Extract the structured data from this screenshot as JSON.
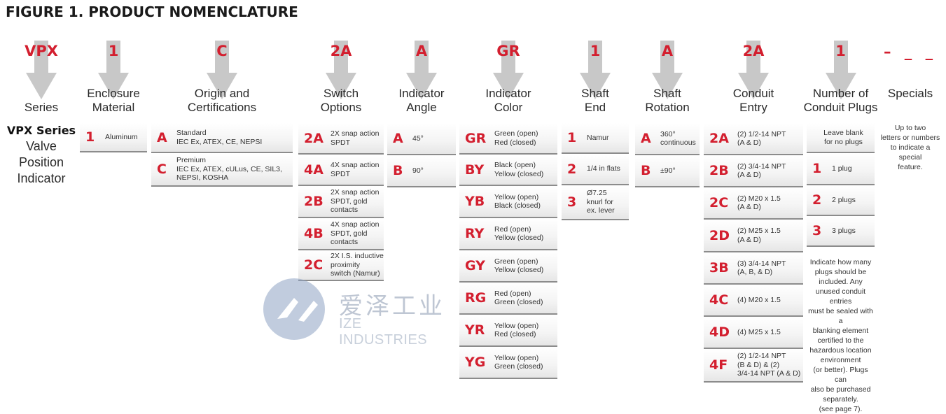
{
  "title": "FIGURE 1. PRODUCT NOMENCLATURE",
  "series_description": {
    "bold": "VPX Series",
    "lines": [
      "Valve",
      "Position",
      "Indicator"
    ]
  },
  "columns": [
    {
      "code": "VPX",
      "label": [
        "Series"
      ],
      "options": []
    },
    {
      "code": "1",
      "label": [
        "Enclosure",
        "Material"
      ],
      "options": [
        {
          "code": "1",
          "desc": "Aluminum"
        }
      ]
    },
    {
      "code": "C",
      "label": [
        "Origin and",
        "Certifications"
      ],
      "options": [
        {
          "code": "A",
          "desc": "Standard\nIEC Ex, ATEX, CE, NEPSI"
        },
        {
          "code": "C",
          "desc": "Premium\nIEC Ex, ATEX, cULus, CE, SIL3,\nNEPSI, KOSHA"
        }
      ]
    },
    {
      "code": "2A",
      "label": [
        "Switch",
        "Options"
      ],
      "options": [
        {
          "code": "2A",
          "desc": "2X snap action\nSPDT"
        },
        {
          "code": "4A",
          "desc": "4X snap action\nSPDT"
        },
        {
          "code": "2B",
          "desc": "2X snap action\nSPDT, gold\ncontacts"
        },
        {
          "code": "4B",
          "desc": "4X snap action\nSPDT, gold\ncontacts"
        },
        {
          "code": "2C",
          "desc": "2X I.S. inductive\nproximity\nswitch (Namur)"
        }
      ]
    },
    {
      "code": "A",
      "label": [
        "Indicator",
        "Angle"
      ],
      "options": [
        {
          "code": "A",
          "desc": "45°"
        },
        {
          "code": "B",
          "desc": "90°"
        }
      ]
    },
    {
      "code": "GR",
      "label": [
        "Indicator",
        "Color"
      ],
      "options": [
        {
          "code": "GR",
          "desc": "Green (open)\nRed (closed)"
        },
        {
          "code": "BY",
          "desc": "Black (open)\nYellow (closed)"
        },
        {
          "code": "YB",
          "desc": "Yellow (open)\nBlack (closed)"
        },
        {
          "code": "RY",
          "desc": "Red (open)\nYellow (closed)"
        },
        {
          "code": "GY",
          "desc": "Green (open)\nYellow (closed)"
        },
        {
          "code": "RG",
          "desc": "Red (open)\nGreen (closed)"
        },
        {
          "code": "YR",
          "desc": "Yellow (open)\nRed (closed)"
        },
        {
          "code": "YG",
          "desc": "Yellow (open)\nGreen (closed)"
        }
      ]
    },
    {
      "code": "1",
      "label": [
        "Shaft",
        "End"
      ],
      "options": [
        {
          "code": "1",
          "desc": "Namur"
        },
        {
          "code": "2",
          "desc": "1/4 in flats"
        },
        {
          "code": "3",
          "desc": "Ø7.25\nknurl for\nex. lever"
        }
      ]
    },
    {
      "code": "A",
      "label": [
        "Shaft",
        "Rotation"
      ],
      "options": [
        {
          "code": "A",
          "desc": "360°\ncontinuous"
        },
        {
          "code": "B",
          "desc": "±90°"
        }
      ]
    },
    {
      "code": "2A",
      "label": [
        "Conduit",
        "Entry"
      ],
      "options": [
        {
          "code": "2A",
          "desc": "(2) 1/2-14 NPT\n(A & D)"
        },
        {
          "code": "2B",
          "desc": "(2) 3/4-14 NPT\n(A & D)"
        },
        {
          "code": "2C",
          "desc": "(2) M20 x 1.5\n(A & D)"
        },
        {
          "code": "2D",
          "desc": "(2) M25 x 1.5\n(A & D)"
        },
        {
          "code": "3B",
          "desc": "(3) 3/4-14 NPT\n(A, B, & D)"
        },
        {
          "code": "4C",
          "desc": "(4) M20 x 1.5"
        },
        {
          "code": "4D",
          "desc": "(4) M25 x 1.5"
        },
        {
          "code": "4F",
          "desc": "(2) 1/2-14 NPT\n(B & D) & (2)\n3/4-14 NPT (A & D)"
        }
      ]
    },
    {
      "code": "1",
      "label": [
        "Number of",
        "Conduit Plugs"
      ],
      "options": [
        {
          "code": "",
          "desc": "Leave blank\nfor no plugs"
        },
        {
          "code": "1",
          "desc": "1 plug"
        },
        {
          "code": "2",
          "desc": "2 plugs"
        },
        {
          "code": "3",
          "desc": "3 plugs"
        }
      ],
      "note": "Indicate how many\nplugs should be\nincluded. Any\nunused conduit entries\nmust be sealed with a\nblanking element\ncertified to the\nhazardous location\nenvironment\n(or better). Plugs can\nalso be purchased\nseparately.\n(see page 7)."
    },
    {
      "code": "",
      "label": [
        "Specials"
      ],
      "options": [],
      "note": "Up to two\nletters or numbers\nto indicate a\nspecial\nfeature."
    }
  ],
  "specials_dashes": "– _ _",
  "watermark": {
    "cn": "爱泽工业",
    "en": "IZE INDUSTRIES"
  },
  "colors": {
    "accent": "#d31f2f",
    "arrow": "#c8c8c8",
    "divider": "#8c8c8c"
  }
}
